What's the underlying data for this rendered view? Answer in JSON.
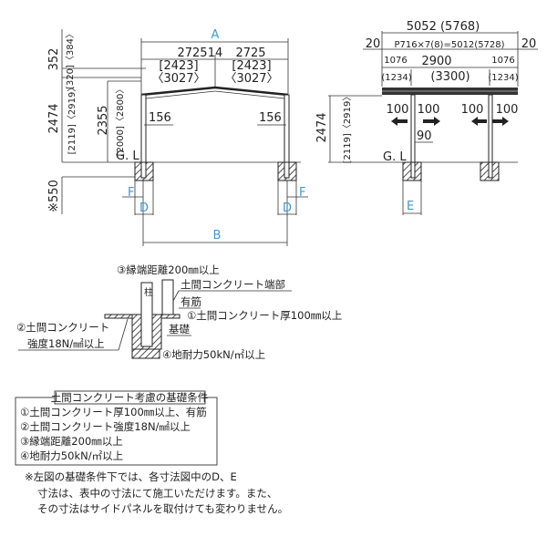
{
  "front_view": {
    "label_A": "A",
    "label_B": "B",
    "label_D": "D",
    "label_F": "F",
    "gl": "G. L",
    "span_left": "2725",
    "span_center": "14",
    "span_right": "2725",
    "span_left_alt1": "[2423]",
    "span_left_alt2": "〈3027〉",
    "span_right_alt1": "[2423]",
    "span_right_alt2": "〈3027〉",
    "roof_height": "352",
    "roof_height_alt": "[320]〈384〉",
    "height": "2474",
    "height_alt": "[2119]〈2919〉",
    "clear_height": "2355",
    "clear_height_alt": "[2000]〈2800〉",
    "post_left": "156",
    "post_right": "156",
    "depth": "※550"
  },
  "side_view": {
    "total": "5052 (5768)",
    "edge_left": "20",
    "pitch": "P716×7(8)=5012(5728)",
    "edge_right": "20",
    "seg_left": "1076",
    "seg_mid": "2900",
    "seg_right": "1076",
    "seg_left_alt": "(1234)",
    "seg_mid_alt": "(3300)",
    "seg_right_alt": "(1234)",
    "arrow_labels": [
      "100",
      "100",
      "100",
      "100"
    ],
    "post": "90",
    "gl": "G. L",
    "label_E": "E",
    "height": "2474",
    "height_alt": "[2119]〈2919〉"
  },
  "foundation_detail": {
    "edge_distance": "③縁端距離200㎜以上",
    "post": "柱",
    "slab_edge": "土間コンクリート端部",
    "rebar": "有筋",
    "thickness": "①土間コンクリート厚100㎜以上",
    "strength_1": "②土間コンクリート",
    "strength_2": "強度18N/㎟以上",
    "footing": "基礎",
    "bearing": "④地耐力50kN/㎡以上"
  },
  "conditions": {
    "title": "土間コンクリート考慮の基礎条件",
    "items": [
      "①土間コンクリート厚100㎜以上、有筋",
      "②土間コンクリート強度18N/㎟以上",
      "③縁端距離200㎜以上",
      "④地耐力50kN/㎡以上"
    ],
    "note": [
      "※左図の基礎条件下では、各寸法図中のD、E",
      "寸法は、表中の寸法にて施工いただけます。また、",
      "その寸法はサイドパネルを取付けても変わりません。"
    ]
  }
}
